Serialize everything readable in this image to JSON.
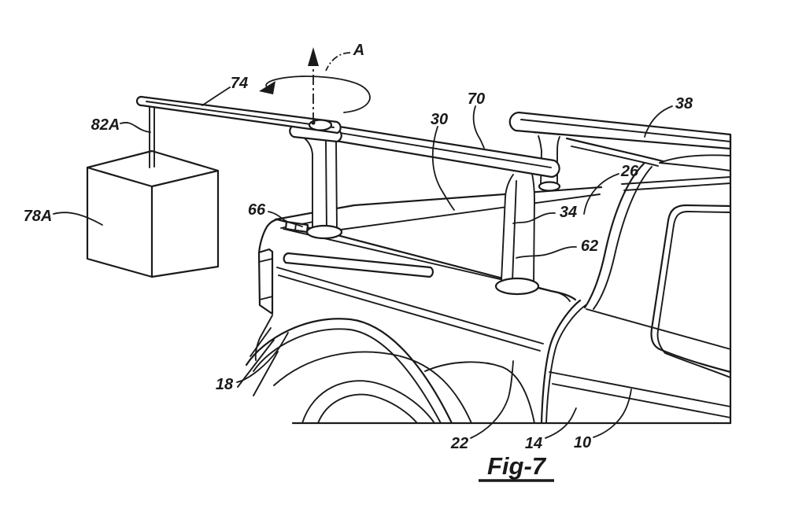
{
  "figure": {
    "title": "Fig-7",
    "type": "patent-line-drawing",
    "subject": "pickup truck bed rack with pivoting crane arm and suspended load",
    "colors": {
      "line": "#1a1a1a",
      "background": "#ffffff"
    },
    "labels": [
      {
        "id": "axis",
        "text": "A"
      },
      {
        "id": "crane-arm",
        "text": "74"
      },
      {
        "id": "cable",
        "text": "82A"
      },
      {
        "id": "load-box",
        "text": "78A"
      },
      {
        "id": "clamp",
        "text": "66"
      },
      {
        "id": "bed-interior",
        "text": "30"
      },
      {
        "id": "near-rail",
        "text": "70"
      },
      {
        "id": "far-rail",
        "text": "38"
      },
      {
        "id": "bed-front",
        "text": "26"
      },
      {
        "id": "rear-post",
        "text": "34"
      },
      {
        "id": "post-lower",
        "text": "62"
      },
      {
        "id": "rear-fender",
        "text": "18"
      },
      {
        "id": "quarter-panel",
        "text": "22"
      },
      {
        "id": "rocker",
        "text": "14"
      },
      {
        "id": "vehicle-body",
        "text": "10"
      }
    ]
  }
}
